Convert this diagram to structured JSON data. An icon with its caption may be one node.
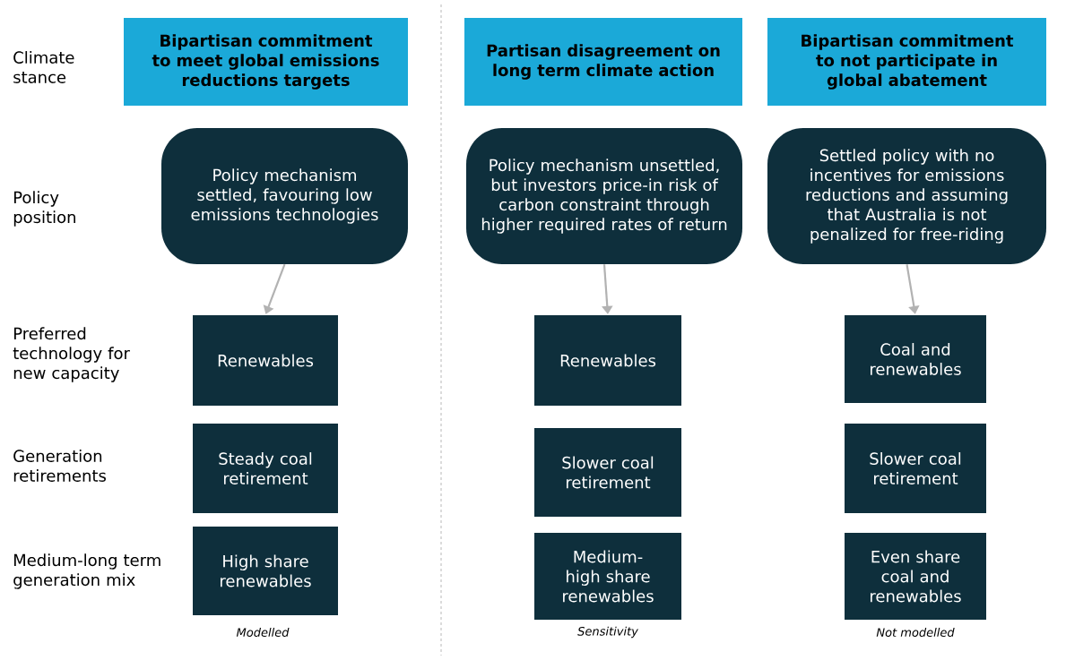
{
  "diagram": {
    "nodes": [
      {
        "text": [
          "Bipartisan commitment to meet global emissions reductions targets"
        ]
      },
      {
        "text": [
          "Partisan disagreement on long term climate action"
        ]
      },
      {
        "text": [
          "Bipartisan commitment to not participate in global abatement"
        ]
      },
      {
        "text": [
          "Policy mechanism settled, favouring low emissions technologies"
        ]
      },
      {
        "text": [
          "Policy mechanism unsettled, but investors price-in risk of carbon constraint through higher required rates of return"
        ]
      },
      {
        "text": [
          "Settled policy with no incentives for emissions reductions and assuming that Australia is not penalized for free-riding"
        ]
      },
      {
        "text": [
          "Renewables"
        ]
      },
      {
        "text": [
          "Renewables"
        ]
      },
      {
        "text": [
          "Coal and renewables"
        ]
      },
      {
        "text": [
          "Steady coal retirement"
        ]
      },
      {
        "text": [
          "Slower coal retirement"
        ]
      },
      {
        "text": [
          "Slower coal retirement"
        ]
      },
      {
        "text": [
          "High share renewables"
        ]
      },
      {
        "text": [
          "Medium-high share renewables"
        ]
      },
      {
        "text": [
          "Even share coal and renewables"
        ]
      }
    ],
    "edges": [
      {
        "from": 3,
        "to": 6,
        "arrow": "to"
      },
      {
        "from": 4,
        "to": 7,
        "arrow": "to"
      },
      {
        "from": 5,
        "to": 8,
        "arrow": "to"
      }
    ],
    "labels": [
      "Climate stance",
      "Policy position",
      "Preferred technology for new capacity",
      "Generation retirements",
      "Medium-long term generation mix",
      "Modelled",
      "Sensitivity",
      "Not modelled"
    ]
  }
}
